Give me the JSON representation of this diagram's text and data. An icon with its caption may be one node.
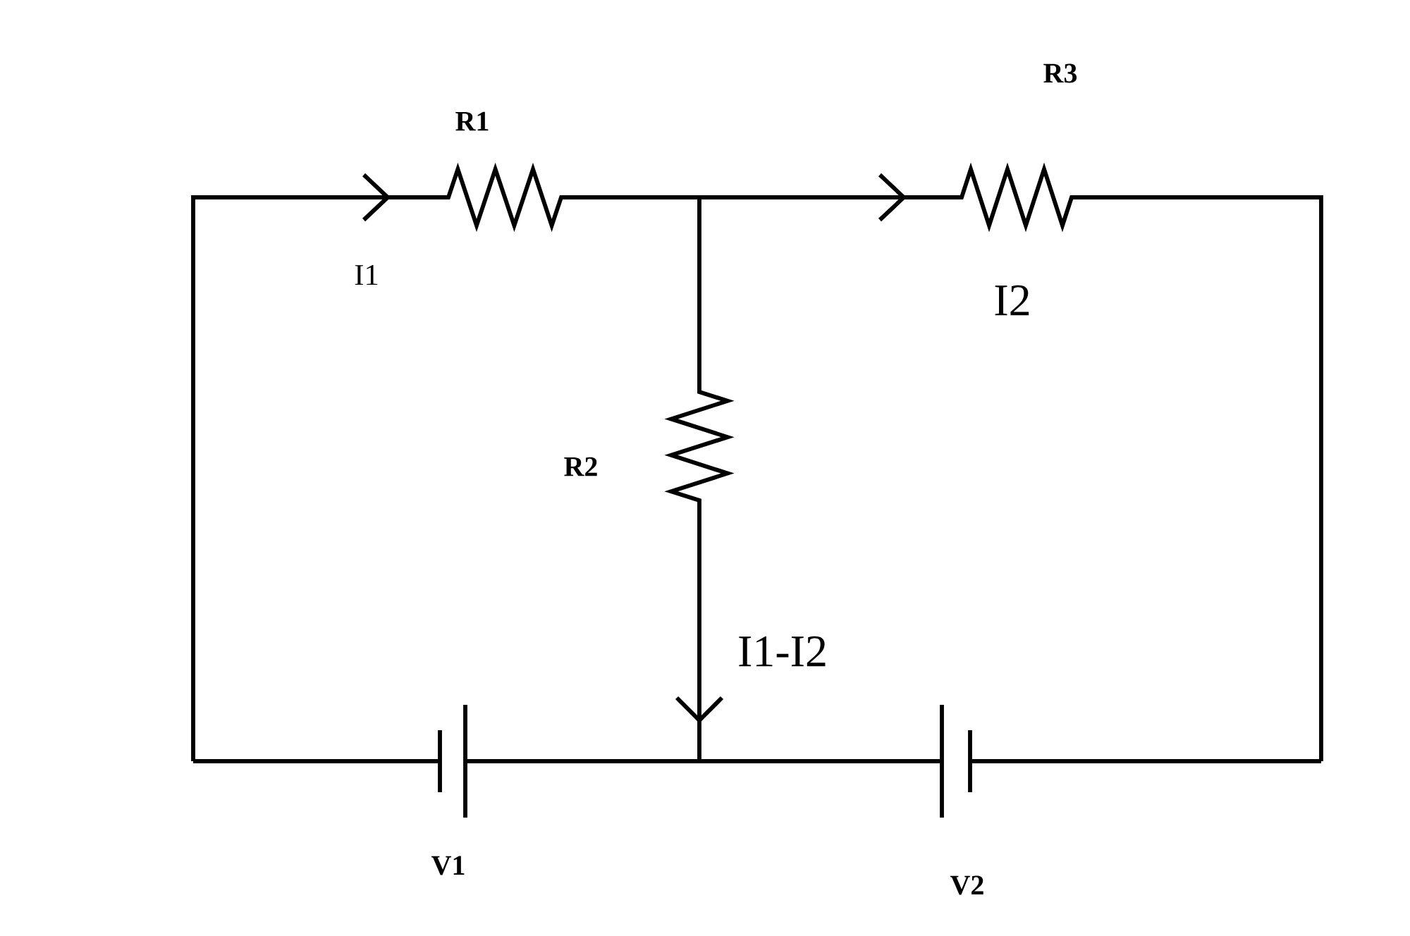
{
  "diagram": {
    "labels": [
      "R3",
      "R1",
      "I1",
      "I2",
      "R2",
      "I1-I2",
      "V1",
      "V2"
    ]
  }
}
